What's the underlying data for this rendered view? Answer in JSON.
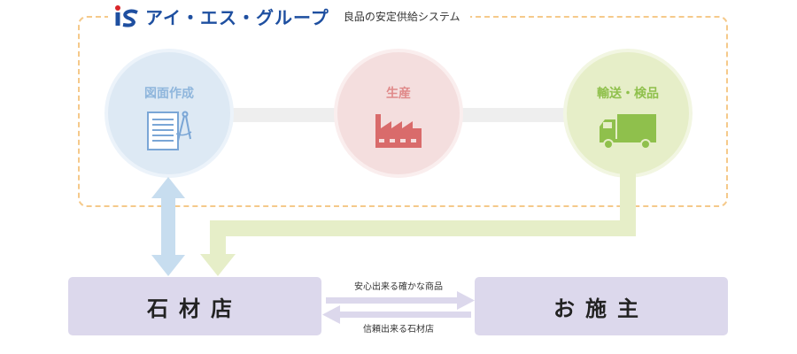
{
  "header": {
    "brand_name": "アイ・エス・グループ",
    "tagline": "良品の安定供給システム"
  },
  "process": {
    "steps": [
      {
        "label": "図面作成",
        "icon": "document-compass-icon"
      },
      {
        "label": "生産",
        "icon": "factory-icon"
      },
      {
        "label": "輸送・検品",
        "icon": "truck-icon"
      }
    ]
  },
  "parties": {
    "stone_shop": "石材店",
    "customer": "お施主"
  },
  "flows": {
    "to_customer": "安心出来る確かな商品",
    "to_stone_shop": "信頼出来る石材店"
  },
  "colors": {
    "brand": "#1e4fa0",
    "frame": "#f5c98a",
    "design": "#dde9f4",
    "production": "#f4dede",
    "shipping": "#e6eec8",
    "party_box": "#dcd8ec"
  }
}
